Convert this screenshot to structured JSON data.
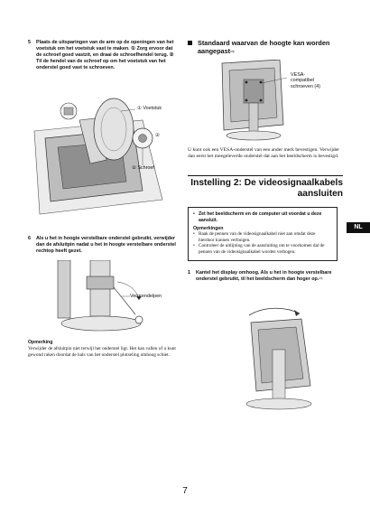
{
  "step5": {
    "number": "5",
    "text": "Plaats de uitsparingen van de arm op de openingen van het voetstuk om het voetstuk vast te maken. ① Zorg ervoor dat de schroef goed vastzit, en draai de schroefhendel terug. ② Til de hendel van de schroef op om het voetstuk van het onderstel goed vast te schroeven."
  },
  "fig1": {
    "callout_voetstuk": "① Voetstuk",
    "callout_schroef": "② Schroef",
    "marker": "②"
  },
  "step6": {
    "number": "6",
    "text": "Als u het in hoogte verstelbare onderstel gebruikt, verwijder dan de afsluitpin nadat u het in hoogte verstelbare onderstel rechtop heeft gezet."
  },
  "fig2": {
    "callout_pin": "Vergrendelpen"
  },
  "note_left": {
    "title": "Opmerking",
    "text": "Verwijder de afsluitpin niet terwijl het onderstel ligt. Het kan vallen of u kunt gewond raken doordat de hals van het onderstel plotseling omhoog schiet."
  },
  "right_section": {
    "title": "Standaard waarvan de hoogte kan worden aangepast",
    "arrow": "⇨",
    "vesa_callout": "VESA-compatibel schroeven (4)",
    "paragraph": "U kunt ook een VESA-onderstel van een ander merk bevestigen. Verwijder dan eerst het meegeleverde onderstel dat aan het beeldscherm is bevestigd."
  },
  "setup2": {
    "title": "Instelling 2: De videosignaalkabels aansluiten"
  },
  "warning_box": {
    "lead": "Zet het beeldscherm en de computer uit voordat u deze aansluit.",
    "notes_title": "Opmerkingen",
    "bullets": [
      "Raak de pennen van de videosignaalkabel niet aan omdat deze hierdoor kunnen verbuigen.",
      "Controleer de uitlijning van de aansluiting om te voorkomen dat de pennen van de videosignaalkabel worden verbogen."
    ]
  },
  "lang_badge": "NL",
  "step1": {
    "number": "1",
    "text": "Kantel het display omhoog. Als u het in hoogte verstelbare onderstel gebruikt, til het beeldscherm dan hoger op.",
    "arrow": "⇨"
  },
  "page_number": "7",
  "colors": {
    "badge_bg": "#111111",
    "badge_fg": "#ffffff",
    "rule": "#111111",
    "figure_gray": "#9a9a9a"
  }
}
